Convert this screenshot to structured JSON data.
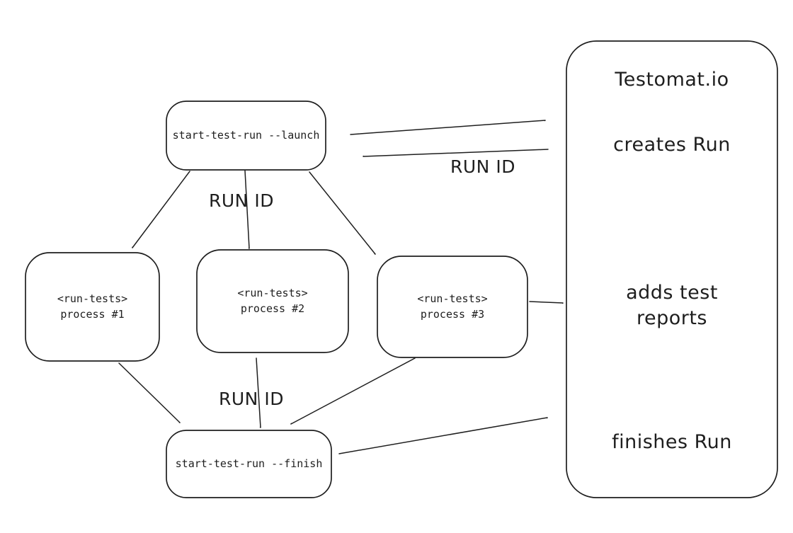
{
  "diagram": {
    "colors": {
      "stroke": "#1e1e1e",
      "background": "#ffffff"
    },
    "nodes": {
      "launch": {
        "label": "start-test-run --launch"
      },
      "process1": {
        "label": "<run-tests>\nprocess #1"
      },
      "process2": {
        "label": "<run-tests>\nprocess #2"
      },
      "process3": {
        "label": "<run-tests>\nprocess #3"
      },
      "finish": {
        "label": "start-test-run --finish"
      },
      "panel": {
        "title": "Testomat.io",
        "step_creates": "creates Run",
        "step_adds": "adds test\nreports",
        "step_finishes": "finishes Run"
      }
    },
    "edge_labels": {
      "run_id_response": "RUN ID",
      "run_id_to_processes": "RUN ID",
      "run_id_to_finish": "RUN ID"
    }
  }
}
